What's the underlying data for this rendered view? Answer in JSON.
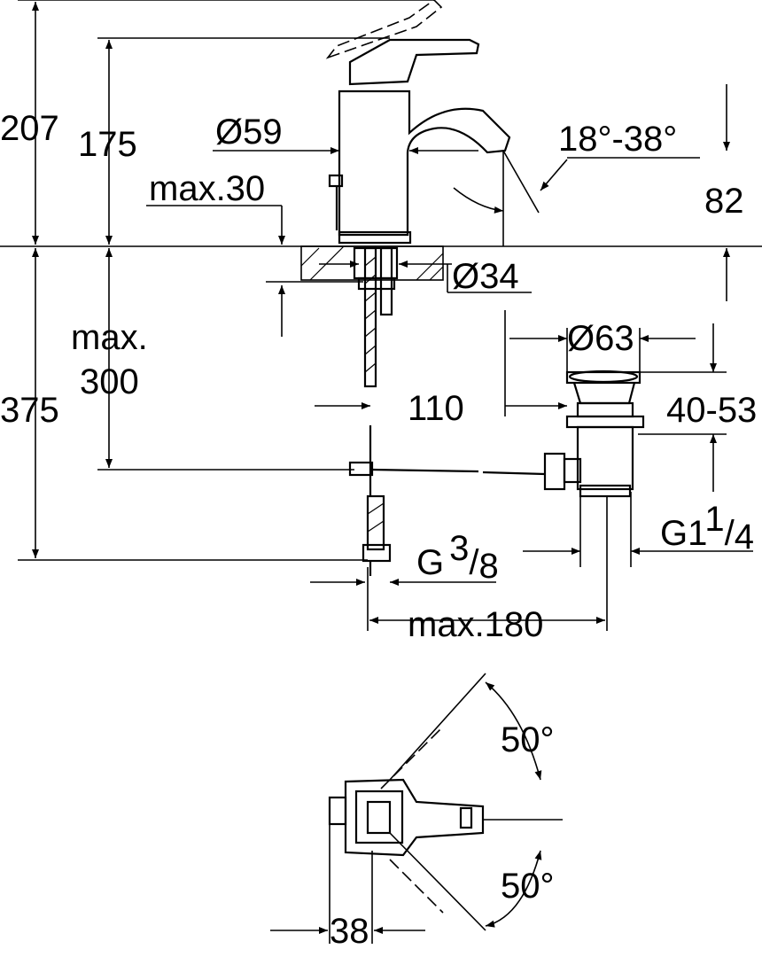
{
  "dimensions": {
    "total_height": "207",
    "spout_height": "175",
    "body_diameter": "Ø59",
    "spout_angle": "18°-38°",
    "outlet_height": "82",
    "max_deck_thickness": "max.30",
    "hole_diameter": "Ø34",
    "max_depth_label": "max.",
    "max_depth_value": "300",
    "waste_diameter": "Ø63",
    "under_height": "375",
    "projection": "110",
    "waste_range": "40-53",
    "waste_thread_main": "G1",
    "waste_thread_num": "1",
    "waste_thread_den": "4",
    "supply_thread_main": "G",
    "supply_thread_num": "3",
    "supply_thread_den": "8",
    "max_rod": "max.180",
    "lever_angle_top": "50°",
    "lever_angle_bottom": "50°",
    "lever_width": "38"
  }
}
